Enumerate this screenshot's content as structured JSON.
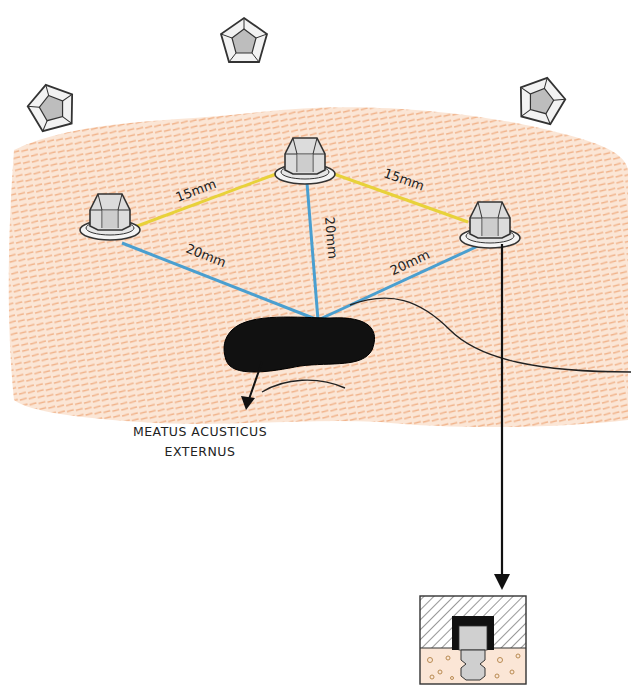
{
  "diagram": {
    "labels": [
      "15mm",
      "15mm",
      "20mm",
      "20mm",
      "20mm",
      "MEATUS ACUSTICUS EXTERNUS"
    ]
  }
}
